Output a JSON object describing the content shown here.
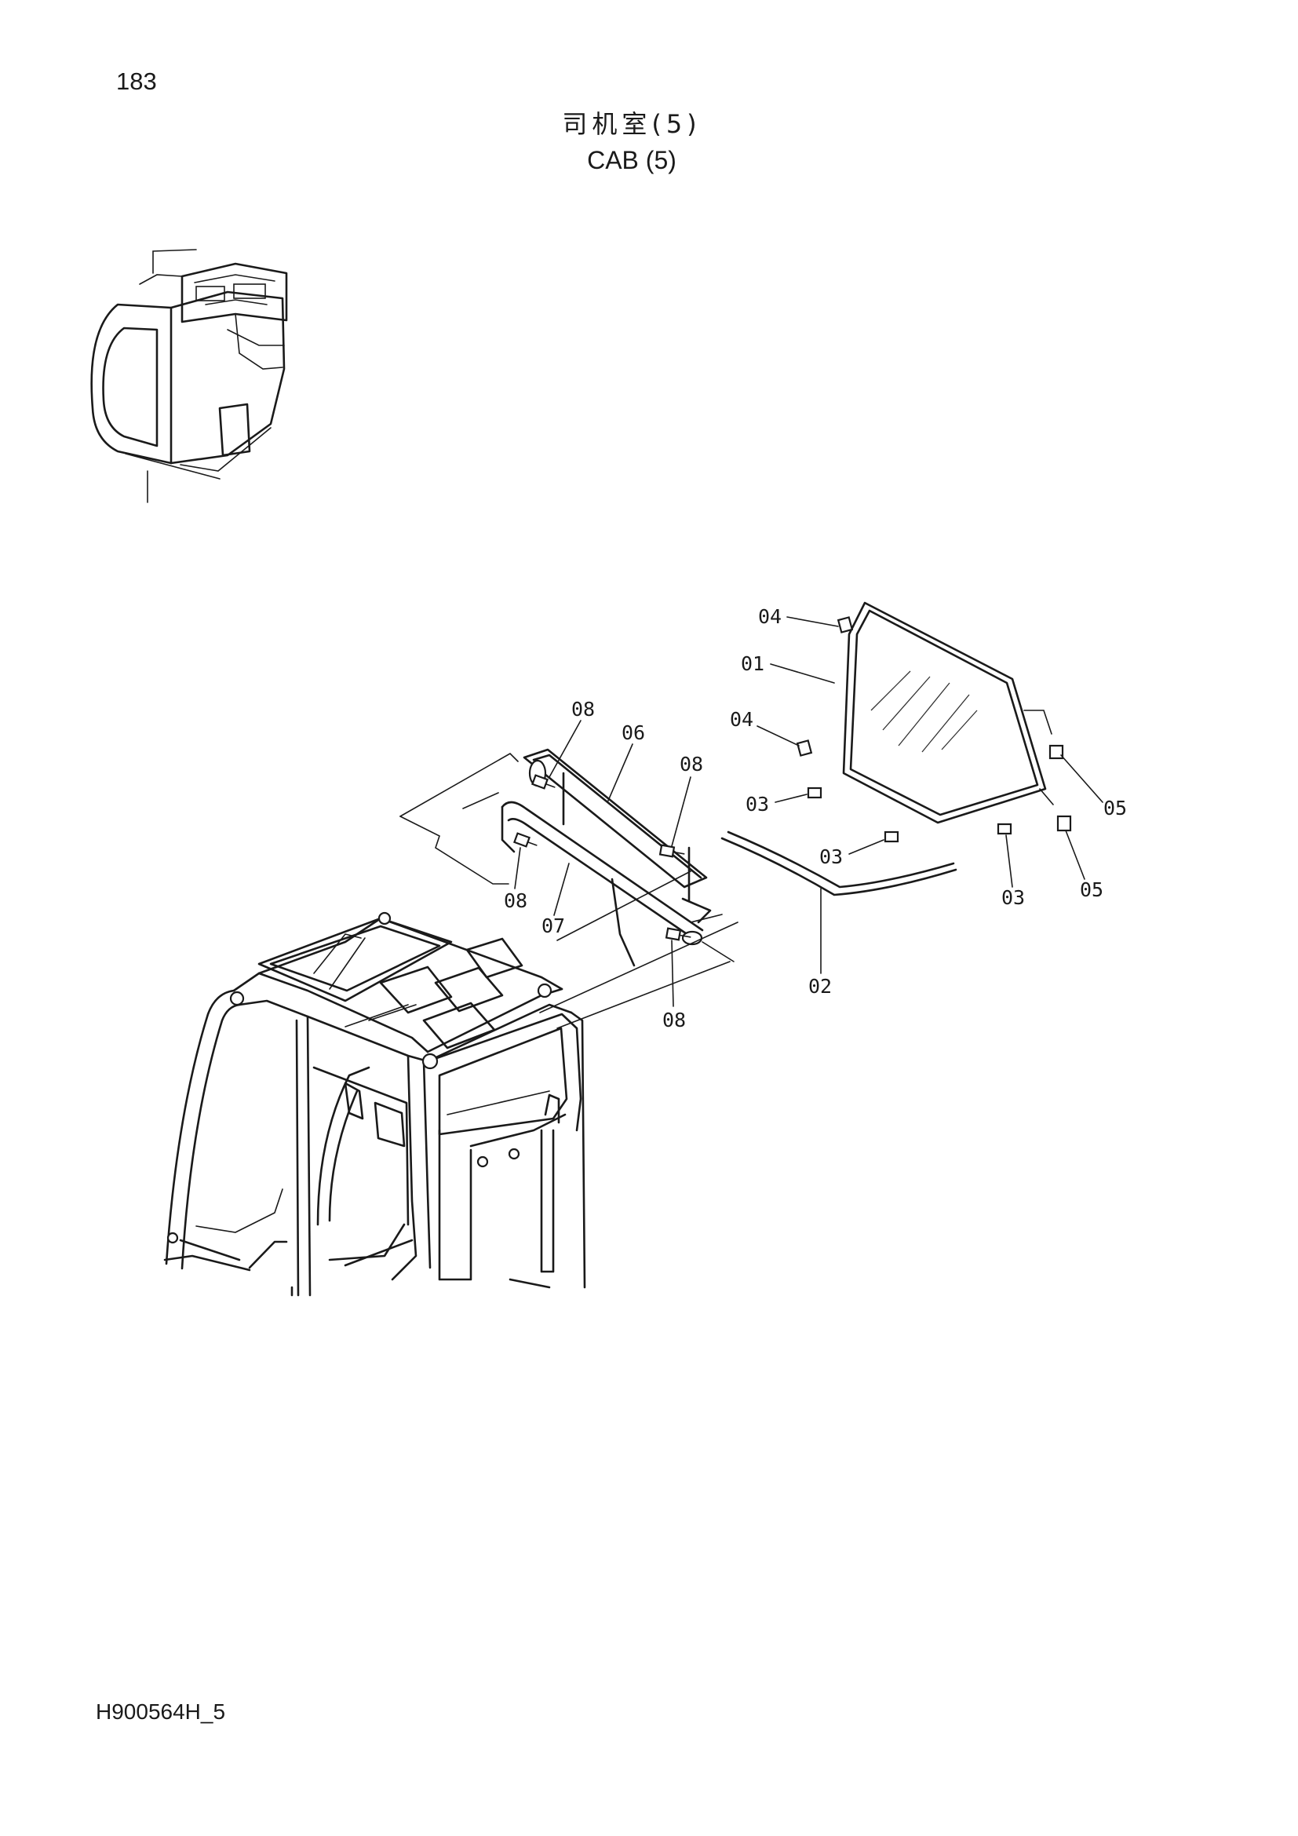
{
  "page": {
    "number": "183",
    "title_cn": "司机室(5)",
    "title_en": "CAB (5)",
    "doc_code": "H900564H_5"
  },
  "callouts": [
    {
      "id": "c04a",
      "label": "04"
    },
    {
      "id": "c01",
      "label": "01"
    },
    {
      "id": "c04b",
      "label": "04"
    },
    {
      "id": "c03a",
      "label": "03"
    },
    {
      "id": "c03b",
      "label": "03"
    },
    {
      "id": "c03c",
      "label": "03"
    },
    {
      "id": "c05a",
      "label": "05"
    },
    {
      "id": "c05b",
      "label": "05"
    },
    {
      "id": "c02",
      "label": "02"
    },
    {
      "id": "c08a",
      "label": "08"
    },
    {
      "id": "c06",
      "label": "06"
    },
    {
      "id": "c08b",
      "label": "08"
    },
    {
      "id": "c08c",
      "label": "08"
    },
    {
      "id": "c07",
      "label": "07"
    },
    {
      "id": "c08d",
      "label": "08"
    }
  ]
}
